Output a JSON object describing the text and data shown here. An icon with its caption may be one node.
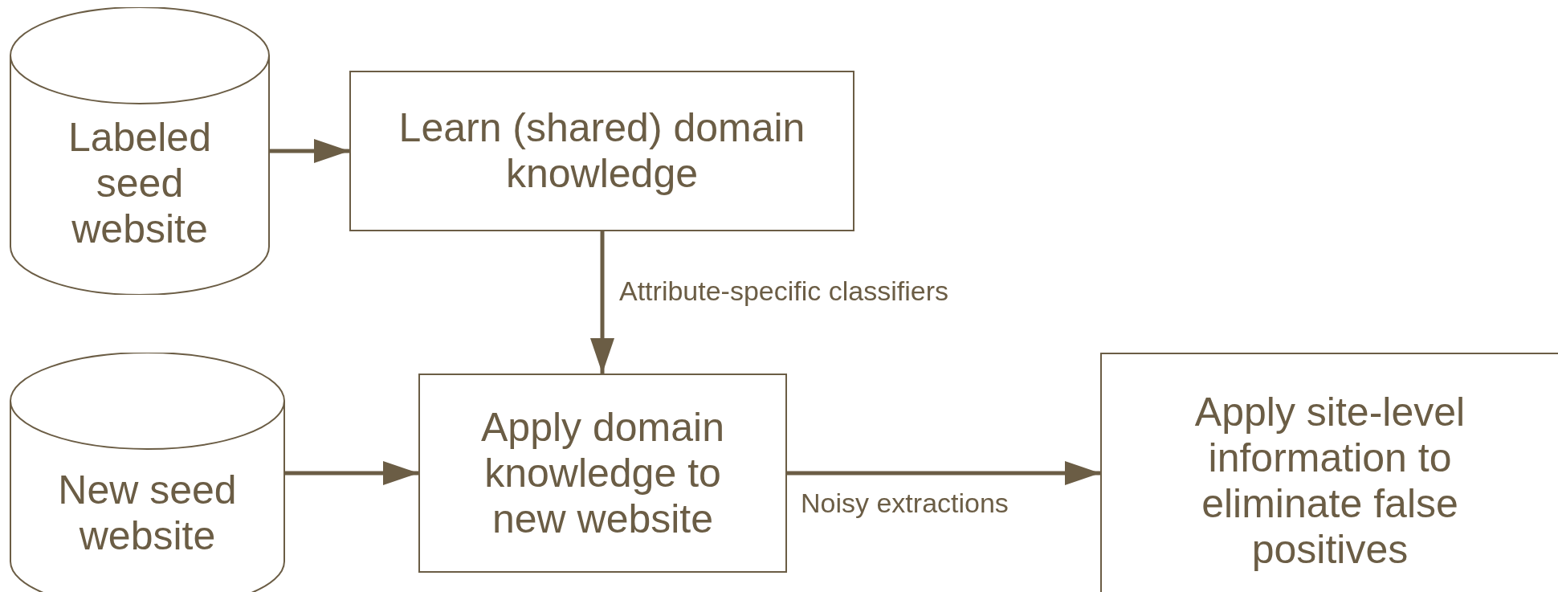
{
  "diagram": {
    "nodes": [
      {
        "text": [
          "Labeled seed website"
        ]
      },
      {
        "text": [
          "Learn (shared) domain knowledge"
        ]
      },
      {
        "text": [
          "New seed website"
        ]
      },
      {
        "text": [
          "Apply domain knowledge to new website"
        ]
      },
      {
        "text": [
          "Apply site-level information to eliminate false positives"
        ]
      }
    ],
    "edges": [
      {
        "from": 0,
        "to": 1,
        "arrow": "to"
      },
      {
        "from": 1,
        "to": 3,
        "arrow": "to",
        "label": "Attribute-specific classifiers"
      },
      {
        "from": 2,
        "to": 3,
        "arrow": "to"
      },
      {
        "from": 3,
        "to": 4,
        "arrow": "to",
        "label": "Noisy extractions"
      }
    ]
  }
}
